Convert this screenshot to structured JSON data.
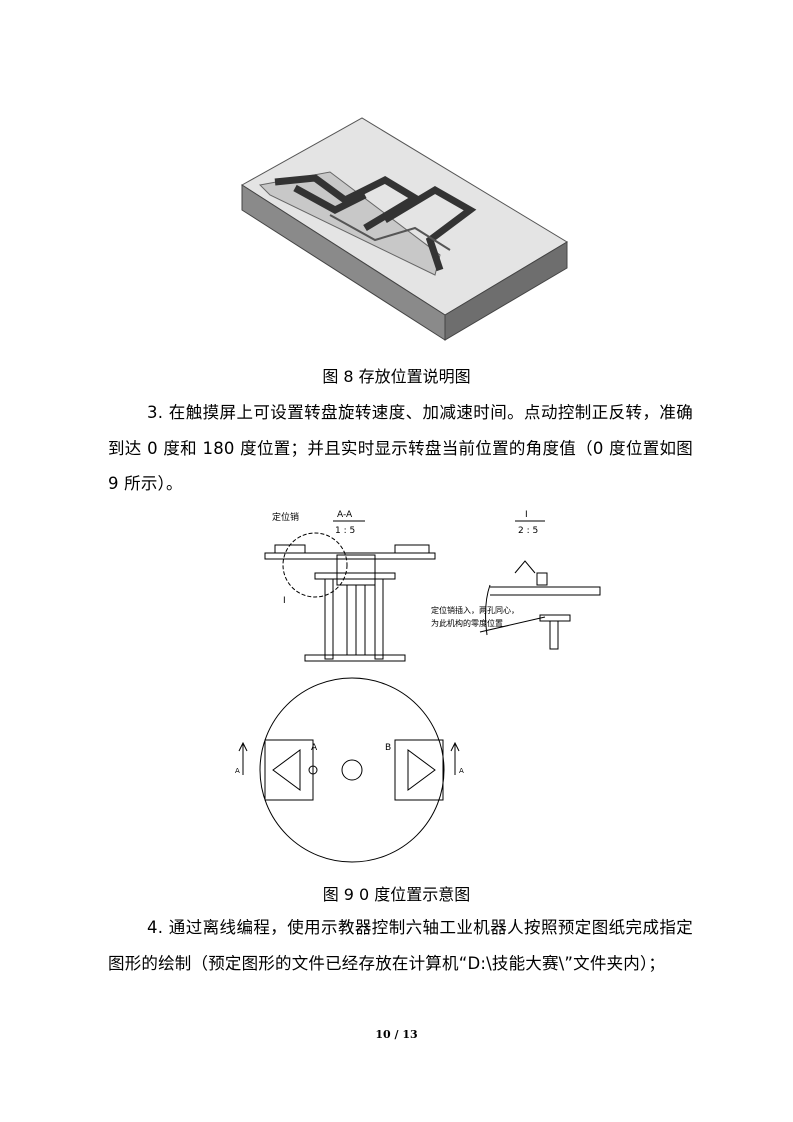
{
  "figure8": {
    "caption": "图 8  存放位置说明图"
  },
  "paragraph3": "3. 在触摸屏上可设置转盘旋转速度、加减速时间。点动控制正反转，准确到达 0 度和 180 度位置；并且实时显示转盘当前位置的角度值（0 度位置如图 9 所示）。",
  "figure9": {
    "caption": "图 9    0 度位置示意图",
    "labels": {
      "pin": "定位销",
      "section": "A-A",
      "section_scale": "1 : 5",
      "detail": "I",
      "detail_scale": "2 : 5",
      "detail_marker": "I",
      "note_line1": "定位销插入，两孔同心，",
      "note_line2": "为此机构的零度位置",
      "a": "A",
      "b": "B",
      "arrow_a_left": "A",
      "arrow_a_right": "A"
    }
  },
  "paragraph4": "4. 通过离线编程，使用示教器控制六轴工业机器人按照预定图纸完成指定图形的绘制（预定图形的文件已经存放在计算机“D:\\技能大赛\\”文件夹内）；",
  "page_number": "10 / 13"
}
